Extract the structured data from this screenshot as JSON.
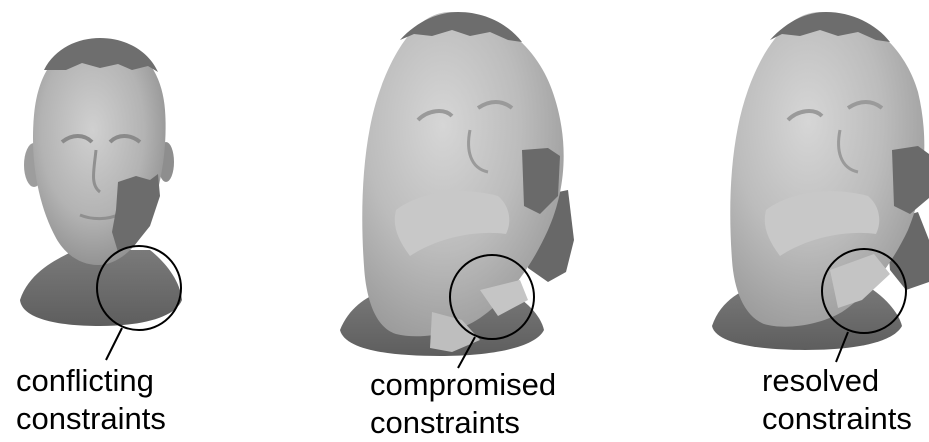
{
  "panels": [
    {
      "id": "conflicting",
      "caption_line1": "conflicting",
      "caption_line2": "constraints"
    },
    {
      "id": "compromised",
      "caption_line1": "compromised",
      "caption_line2": "constraints"
    },
    {
      "id": "resolved",
      "caption_line1": "resolved",
      "caption_line2": "constraints"
    }
  ],
  "colors": {
    "skin_light": "#bdbdbd",
    "skin_mid": "#a6a6a6",
    "constraint_dark": "#6f6f6f",
    "outline": "#000000"
  }
}
